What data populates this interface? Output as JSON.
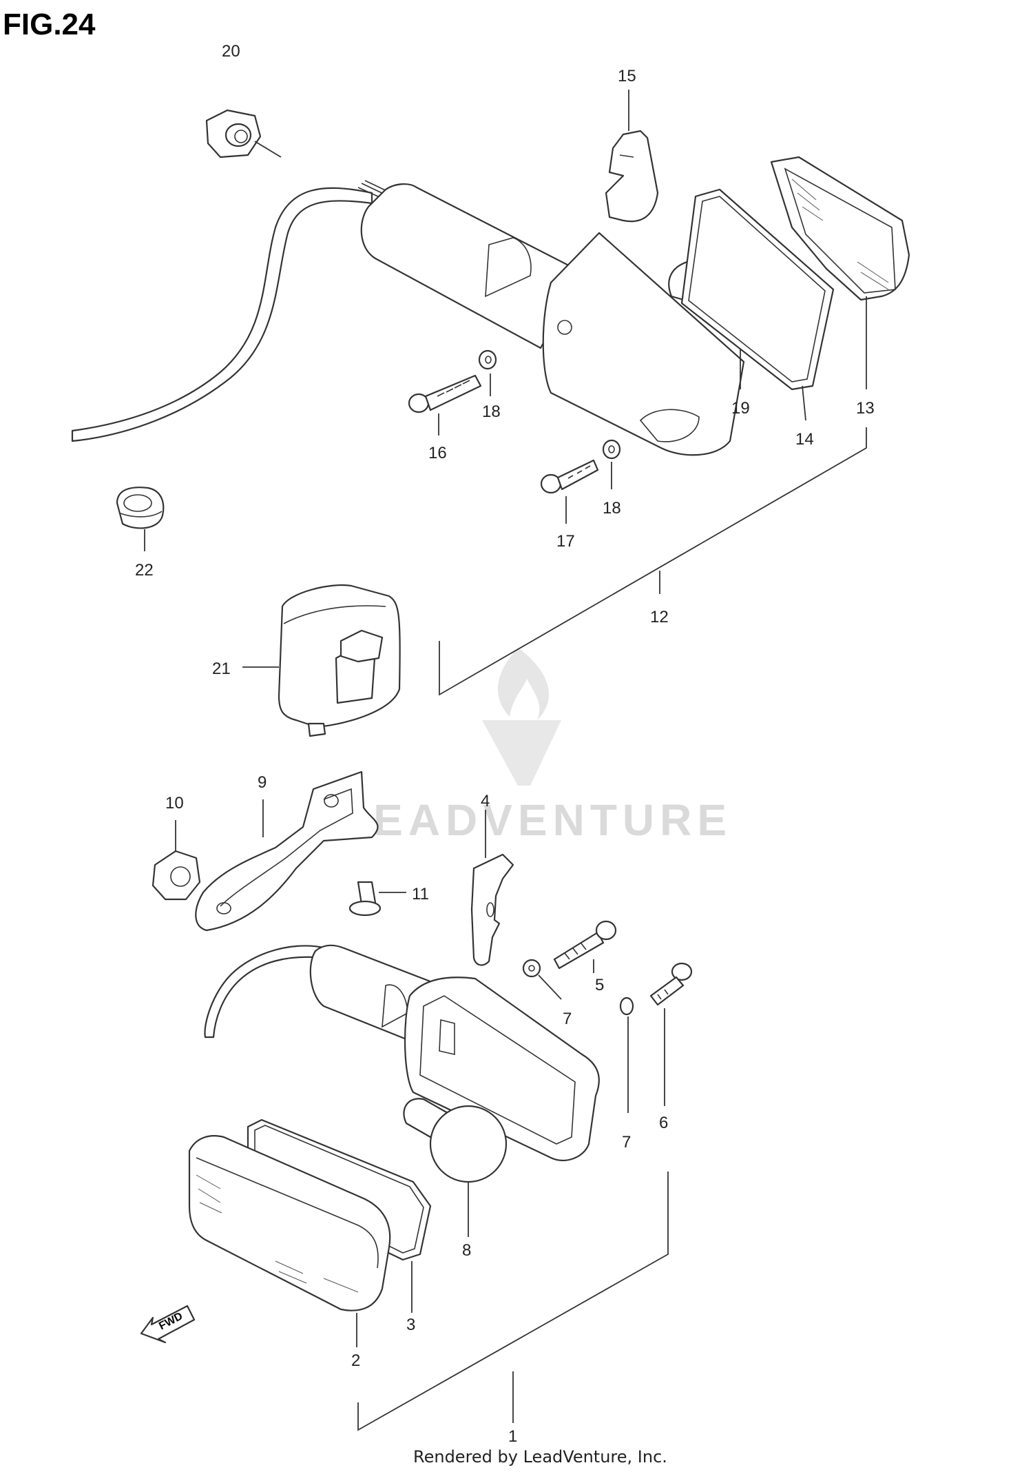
{
  "figure": {
    "title": "FIG.24",
    "footer": "Rendered by LeadVenture, Inc.",
    "watermark": "LEADVENTURE",
    "fwd_label": "FWD"
  },
  "callouts": {
    "p1": "1",
    "p2": "2",
    "p3": "3",
    "p4": "4",
    "p5": "5",
    "p6": "6",
    "p7a": "7",
    "p7b": "7",
    "p8": "8",
    "p9": "9",
    "p10": "10",
    "p11": "11",
    "p12": "12",
    "p13": "13",
    "p14": "14",
    "p15": "15",
    "p16": "16",
    "p17": "17",
    "p18a": "18",
    "p18b": "18",
    "p19": "19",
    "p20": "20",
    "p21": "21",
    "p22": "22"
  }
}
